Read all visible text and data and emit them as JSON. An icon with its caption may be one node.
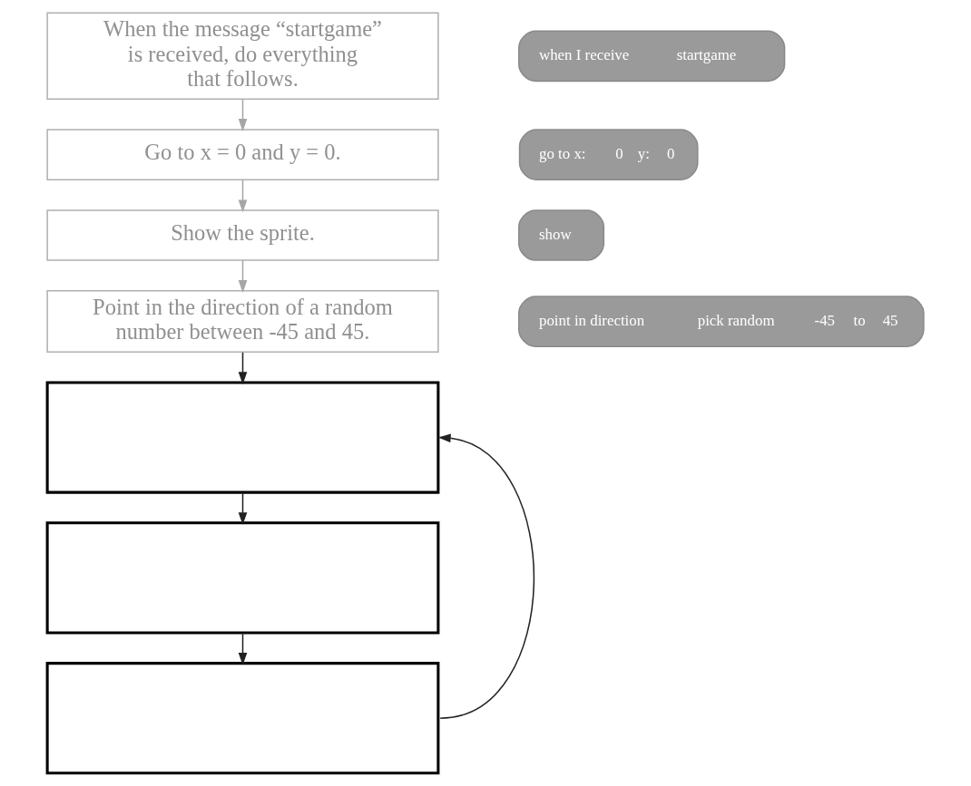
{
  "diagram": {
    "nodes": [
      {
        "text": [
          "When the message “startgame” is received, do everything that follows."
        ]
      },
      {
        "text": [
          "Go to x = 0 and y = 0."
        ]
      },
      {
        "text": [
          "Show the sprite."
        ]
      },
      {
        "text": [
          "Point in the direction of a random number between -45 and 45."
        ]
      },
      {
        "text": [],
        "shape": "box"
      },
      {
        "text": [],
        "shape": "box"
      },
      {
        "text": [],
        "shape": "box"
      },
      {
        "text": [
          "when I receive",
          "startgame"
        ]
      },
      {
        "text": [
          "go to x:",
          "0",
          "y:",
          "0"
        ]
      },
      {
        "text": [
          "show"
        ]
      },
      {
        "text": [
          "point in direction",
          "pick random",
          "-45",
          "to",
          "45"
        ]
      }
    ],
    "edges": [
      {
        "from": 0,
        "to": 1,
        "arrow": "to",
        "color": "#a6a6a6"
      },
      {
        "from": 1,
        "to": 2,
        "arrow": "to",
        "color": "#a6a6a6"
      },
      {
        "from": 2,
        "to": 3,
        "arrow": "to",
        "color": "#a6a6a6"
      },
      {
        "from": 3,
        "to": 4,
        "arrow": "to"
      },
      {
        "from": 4,
        "to": 5,
        "arrow": "to"
      },
      {
        "from": 5,
        "to": 6,
        "arrow": "to"
      },
      {
        "from": 6,
        "to": 4,
        "arrow": "to"
      }
    ]
  }
}
